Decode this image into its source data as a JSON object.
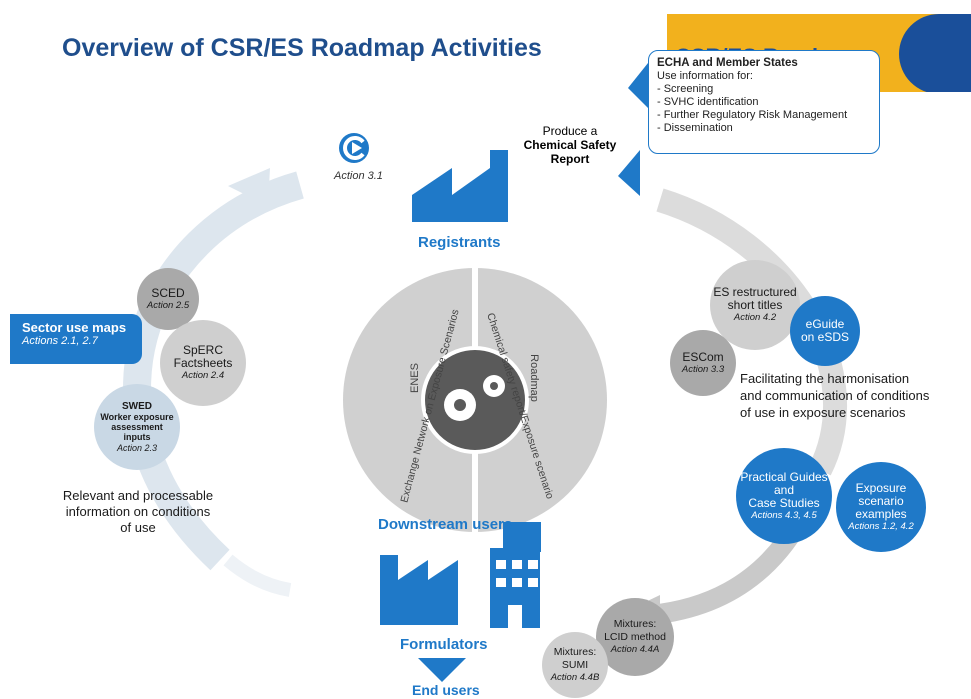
{
  "title": "Overview of CSR/ES Roadmap Activities",
  "banner": {
    "text": "CSR/ES Roadmap"
  },
  "echa_box": {
    "heading": "ECHA and Member States",
    "subheading": "Use information for:",
    "items": [
      "- Screening",
      "- SVHC identification",
      "- Further Regulatory Risk Management",
      "- Dissemination"
    ]
  },
  "produce": {
    "line1": "Produce a",
    "line2": "Chemical Safety",
    "line3": "Report"
  },
  "logo_action": "Action 3.1",
  "registrants_label": "Registrants",
  "center": {
    "enes": "ENES",
    "enes_arc": "Exchange Network on Exposure Scenarios",
    "roadmap": "Roadmap",
    "roadmap_arc": "Chemical safety report/Exposure scenario"
  },
  "left": {
    "sector": {
      "title": "Sector use maps",
      "action": "Actions 2.1, 2.7"
    },
    "sced": {
      "title": "SCED",
      "action": "Action 2.5"
    },
    "sperc": {
      "title1": "SpERC",
      "title2": "Factsheets",
      "action": "Action 2.4"
    },
    "swed": {
      "title": "SWED",
      "line2": "Worker exposure",
      "line3": "assessment",
      "line4": "inputs",
      "action": "Action 2.3"
    },
    "caption": [
      "Relevant and processable",
      "information on conditions",
      "of use"
    ]
  },
  "right": {
    "es_titles": {
      "line1": "ES restructured",
      "line2": "short titles",
      "action": "Action 4.2"
    },
    "eguide": {
      "line1": "eGuide",
      "line2": "on eSDS"
    },
    "escom": {
      "title": "ESCom",
      "action": "Action 3.3"
    },
    "caption": [
      "Facilitating the harmonisation",
      "and communication of conditions",
      "of use in exposure scenarios"
    ],
    "practical": {
      "line1": "Practical Guides",
      "line2": "and",
      "line3": "Case Studies",
      "action": "Actions 4.3, 4.5"
    },
    "exposure": {
      "line1": "Exposure",
      "line2": "scenario",
      "line3": "examples",
      "action": "Actions 1.2, 4.2"
    }
  },
  "bottom": {
    "downstream": "Downstream users",
    "formulators": "Formulators",
    "end_users": "End users",
    "lcid": {
      "line1": "Mixtures:",
      "line2": "LCID method",
      "action": "Action 4.4A"
    },
    "sumi": {
      "line1": "Mixtures:",
      "line2": "SUMI",
      "action": "Action 4.4B"
    }
  },
  "colors": {
    "title": "#1f4e8c",
    "blue": "#1f79c8",
    "banner": "#f2b11d",
    "grey": "#a9a9a9",
    "light_grey": "#cfcfcf"
  }
}
